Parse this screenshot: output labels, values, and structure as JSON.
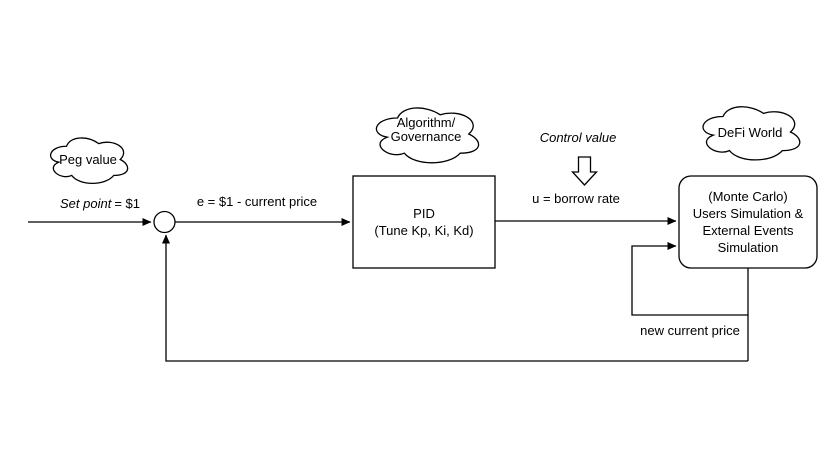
{
  "meta": {
    "diagram_type": "control-loop-block-diagram",
    "background_color": "#ffffff",
    "line_color": "#000000",
    "text_color": "#000000"
  },
  "clouds": {
    "peg": {
      "label": "Peg value"
    },
    "algorithm": {
      "lines": [
        "Algorithm/",
        "Governance"
      ]
    },
    "defi": {
      "label": "DeFi World"
    }
  },
  "labels": {
    "set_point": {
      "italic_part": "Set point",
      "normal_part": "= $1"
    },
    "error": "e = $1 - current price",
    "control_value": "Control value",
    "control_signal": "u = borrow rate",
    "feedback": "new current price"
  },
  "boxes": {
    "pid": {
      "lines": [
        "PID",
        "(Tune Kp, Ki, Kd)"
      ]
    },
    "simulation": {
      "lines": [
        "(Monte Carlo)",
        "Users Simulation &",
        "External Events",
        "Simulation"
      ]
    }
  }
}
